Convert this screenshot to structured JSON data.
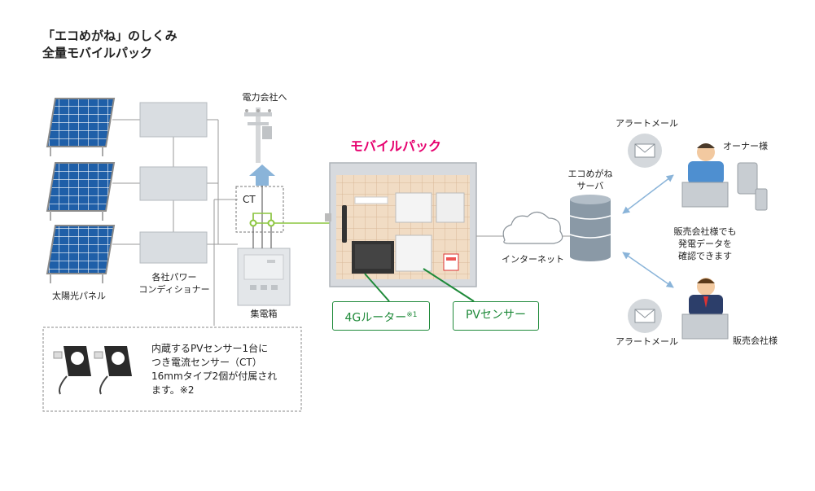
{
  "title": {
    "line1": "「エコめがね」のしくみ",
    "line2": "全量モバイルパック"
  },
  "labels": {
    "power_company": "電力会社へ",
    "ct": "CT",
    "solar_panel": "太陽光パネル",
    "conditioner_line1": "各社パワー",
    "conditioner_line2": "コンディショナー",
    "junction_box": "集電箱",
    "mobile_pack": "モバイルパック",
    "internet": "インターネット",
    "server_line1": "エコめがね",
    "server_line2": "サーバ",
    "alert_mail_top": "アラートメール",
    "alert_mail_bottom": "アラートメール",
    "owner": "オーナー様",
    "seller": "販売会社様",
    "seller_note_line1": "販売会社様でも",
    "seller_note_line2": "発電データを",
    "seller_note_line3": "確認できます"
  },
  "callouts": {
    "router": "4Gルーター",
    "router_note": "※1",
    "pv_sensor": "PVセンサー"
  },
  "note": {
    "line1": "内蔵するPVセンサー1台に",
    "line2": "つき電流センサー（CT）",
    "line3": "16mmタイプ2個が付属され",
    "line4": "ます。※2"
  },
  "colors": {
    "accent_pink": "#e6006e",
    "callout_green": "#1f8a3a",
    "wire_green": "#8cc63f",
    "arrow_blue": "#8ab4d9",
    "panel_blue": "#1f5fa8"
  }
}
